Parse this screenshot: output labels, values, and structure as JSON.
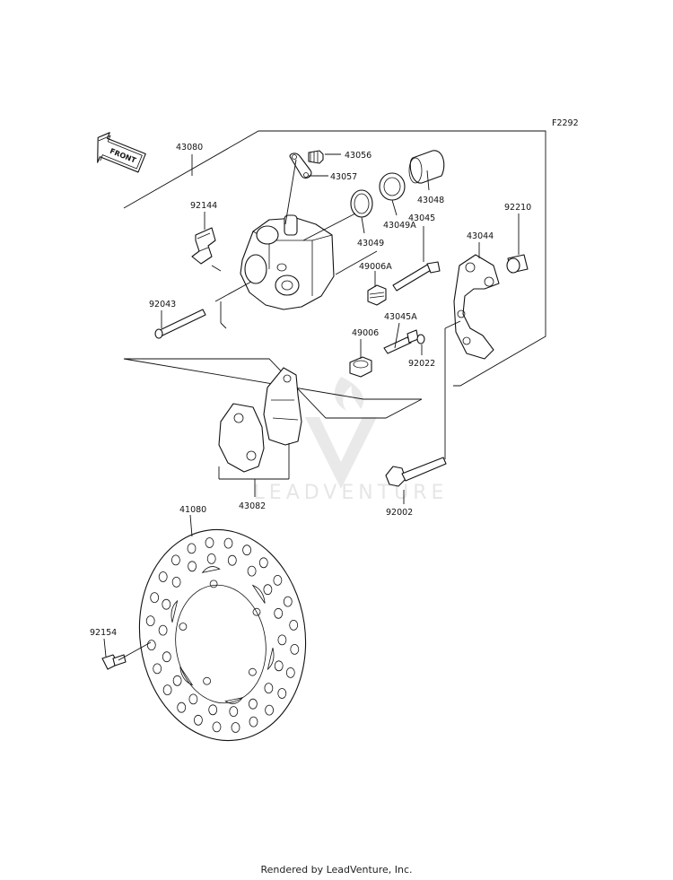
{
  "diagram_code": "F2292",
  "front_arrow_label": "FRONT",
  "watermark_text": "LEADVENTURE",
  "footer_text": "Rendered by LeadVenture, Inc.",
  "parts": {
    "p43080": "43080",
    "p43056": "43056",
    "p43057": "43057",
    "p43048": "43048",
    "p43049A": "43049A",
    "p43049": "43049",
    "p92144": "92144",
    "p43045": "43045",
    "p43044": "43044",
    "p92210": "92210",
    "p49006A": "49006A",
    "p92043": "92043",
    "p43045A": "43045A",
    "p49006": "49006",
    "p92022": "92022",
    "p43082": "43082",
    "p92002": "92002",
    "p41080": "41080",
    "p92154": "92154"
  }
}
